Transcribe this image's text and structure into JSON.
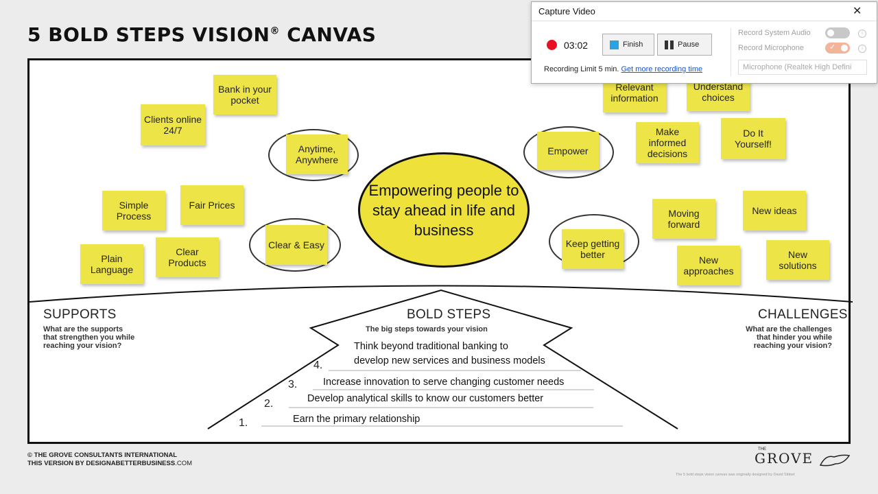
{
  "title": {
    "main": "5 BOLD STEPS VISION",
    "reg": "®",
    "tail": " CANVAS"
  },
  "vision": "Empowering people to stay ahead in life and business",
  "left_notes": [
    "Bank in your pocket",
    "Clients online 24/7",
    "Anytime, Anywhere",
    "Simple Process",
    "Fair Prices",
    "Clear & Easy",
    "Plain Language",
    "Clear Products"
  ],
  "right_notes": [
    "Relevant information",
    "Understand choices",
    "Empower",
    "Make informed decisions",
    "Do It Yourself!",
    "Moving forward",
    "New ideas",
    "Keep getting better",
    "New approaches",
    "New solutions"
  ],
  "supports": {
    "title": "SUPPORTS",
    "desc": "What are the supports\nthat strengthen you while\nreaching your vision?"
  },
  "bold_steps": {
    "title": "BOLD STEPS",
    "desc": "The big steps towards your vision"
  },
  "challenges": {
    "title": "CHALLENGES",
    "desc": "What are the challenges\nthat hinder you while\nreaching your vision?"
  },
  "steps": [
    {
      "num": "1.",
      "text": "Earn the primary relationship"
    },
    {
      "num": "2.",
      "text": "Develop analytical skills to know our customers better"
    },
    {
      "num": "3.",
      "text": "Increase innovation to serve changing customer needs"
    },
    {
      "num": "4.",
      "text": "Think beyond traditional banking to\ndevelop new services and business models"
    }
  ],
  "footer": {
    "line1": "© THE GROVE CONSULTANTS INTERNATIONAL",
    "line2_prefix": "THIS VERSION BY ",
    "line2_bold": "DESIGNABETTERBUSINESS",
    "line2_suffix": ".COM",
    "grove": "GROVE",
    "grove_small": "THE",
    "credit": "The 5 bold steps vision canvas was originally designed by David Sibbet"
  },
  "capture": {
    "title": "Capture Video",
    "close": "✕",
    "timer": "03:02",
    "finish": "Finish",
    "pause": "Pause",
    "limit": "Recording Limit 5 min.",
    "limit_link": "Get more recording time",
    "record_system_audio": "Record System Audio",
    "record_microphone": "Record Microphone",
    "microphone_select": "Microphone (Realtek High Defini",
    "system_audio_on": false,
    "microphone_on": true,
    "colors": {
      "record": "#e81123",
      "finish": "#2aa4e0",
      "link": "#1a55c9",
      "toggle_on": "#f2b59a"
    }
  }
}
